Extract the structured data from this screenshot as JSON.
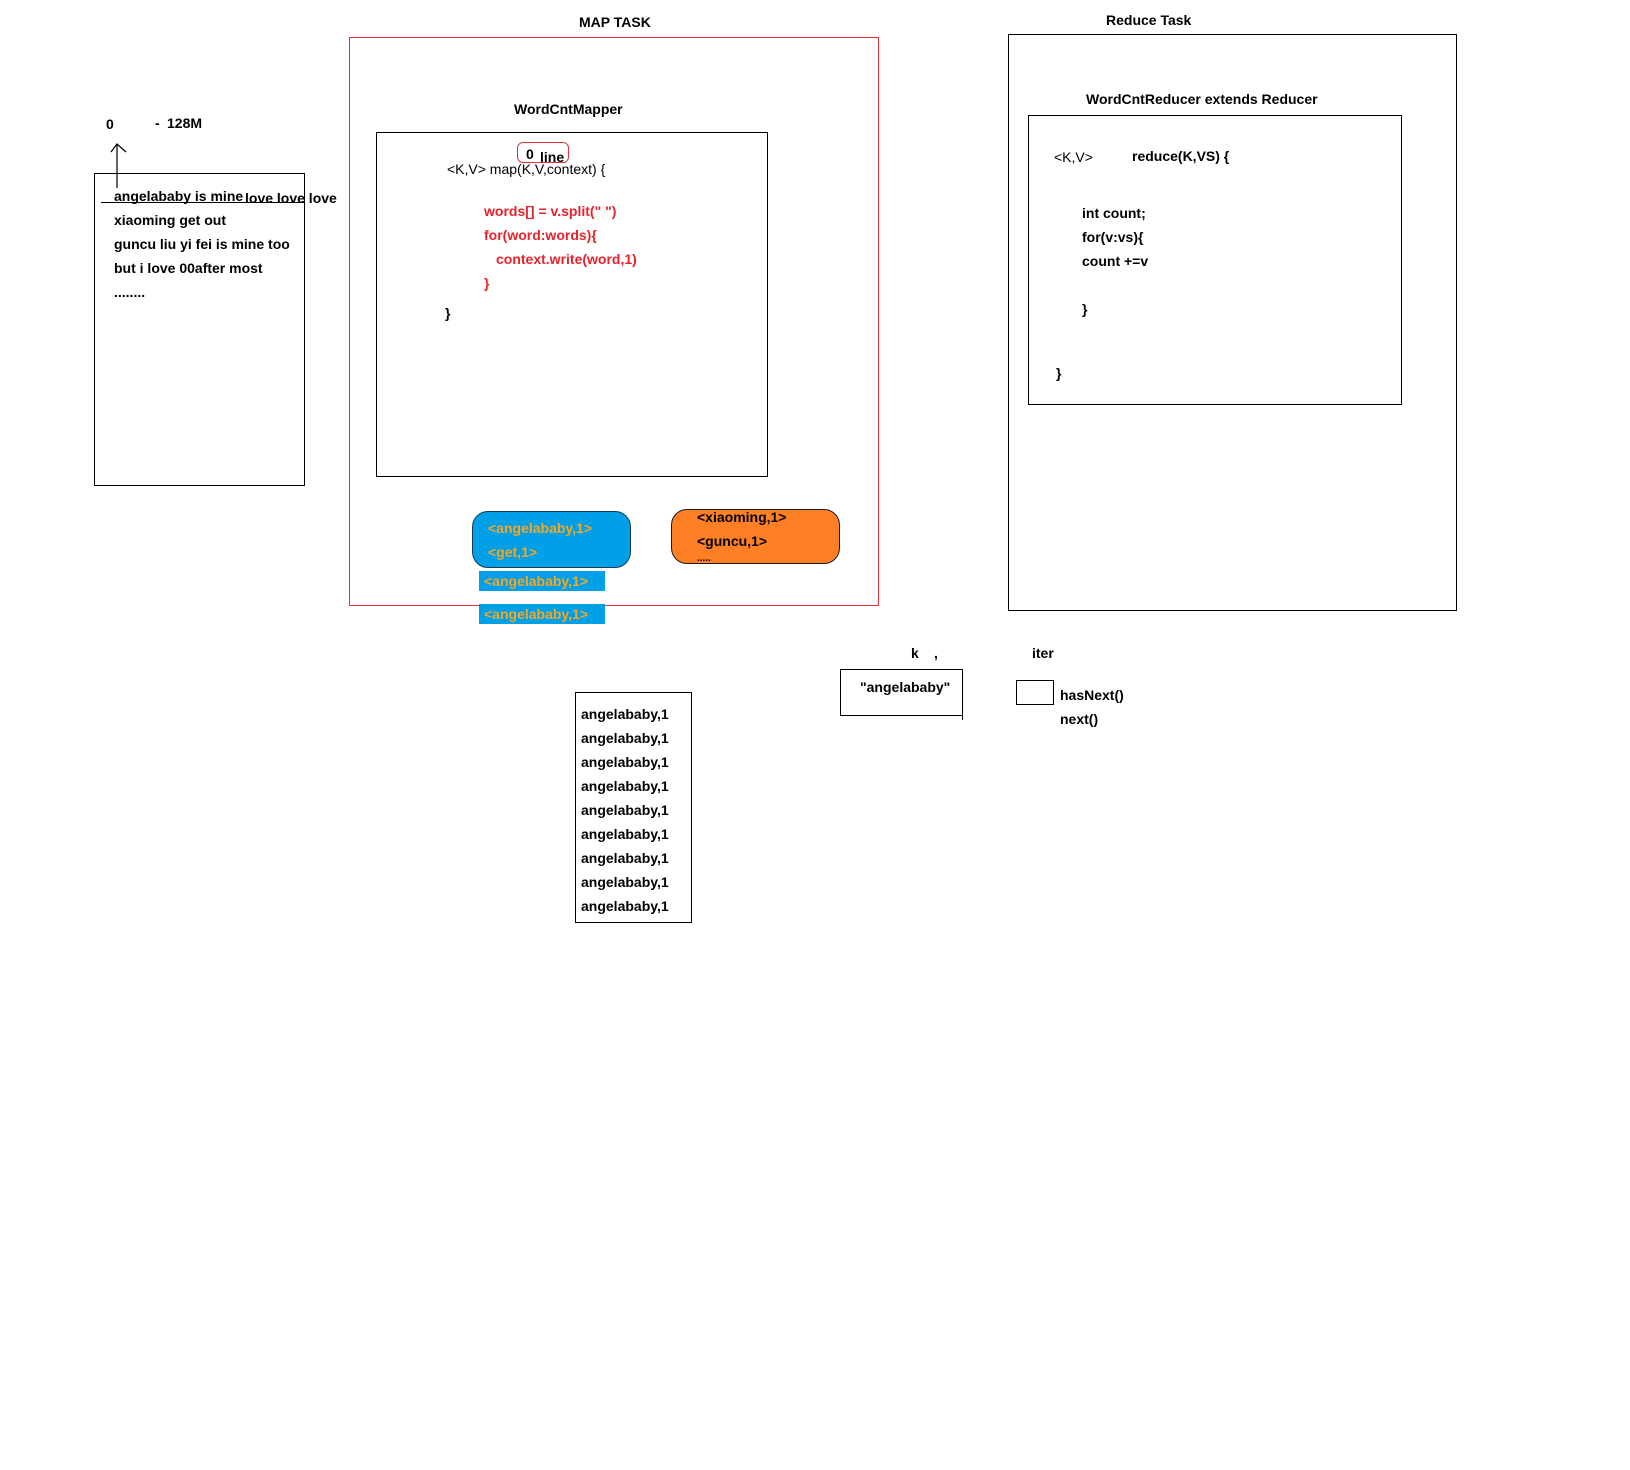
{
  "map_task": {
    "title": "MAP  TASK",
    "mapper_title": "WordCntMapper",
    "offset_badge": "0",
    "line_label": "line",
    "code": {
      "signature": "<K,V>  map(K,V,context)  {",
      "line1": "words[] = v.split(\" \")",
      "line2": "for(word:words){",
      "line3": "context.write(word,1)",
      "line4": "}",
      "close": "}"
    },
    "blue_pill": [
      "<angelababy,1>",
      "<get,1>"
    ],
    "orange_pill": [
      "<xiaoming,1>",
      "<guncu,1>",
      "....."
    ],
    "blue_bars": [
      "<angelababy,1>",
      "<angelababy,1>"
    ]
  },
  "input_split": {
    "range_start": "0",
    "range_dash": "-",
    "range_end": "128M",
    "lines": [
      "angelababy is mine",
      "xiaoming get out",
      "guncu  liu yi fei is mine too",
      "but  i love 00after most",
      "........"
    ],
    "overflow_text": "love love love"
  },
  "reduce_task": {
    "title": "Reduce  Task",
    "reducer_title": "WordCntReducer  extends Reducer",
    "code": {
      "kv": "<K,V>",
      "signature": "reduce(K,VS)    {",
      "line1": "int count;",
      "line2": "for(v:vs){",
      "line3": "count +=v",
      "line4": "}",
      "close": "}"
    }
  },
  "grouped_list": [
    "angelababy,1",
    "angelababy,1",
    "angelababy,1",
    "angelababy,1",
    "angelababy,1",
    "angelababy,1",
    "angelababy,1",
    "angelababy,1",
    "angelababy,1"
  ],
  "key_iter": {
    "k_label": "k",
    "comma": ",",
    "key_value": "\"angelababy\"",
    "iter_label": "iter",
    "has_next": "hasNext()",
    "next": "next()"
  }
}
